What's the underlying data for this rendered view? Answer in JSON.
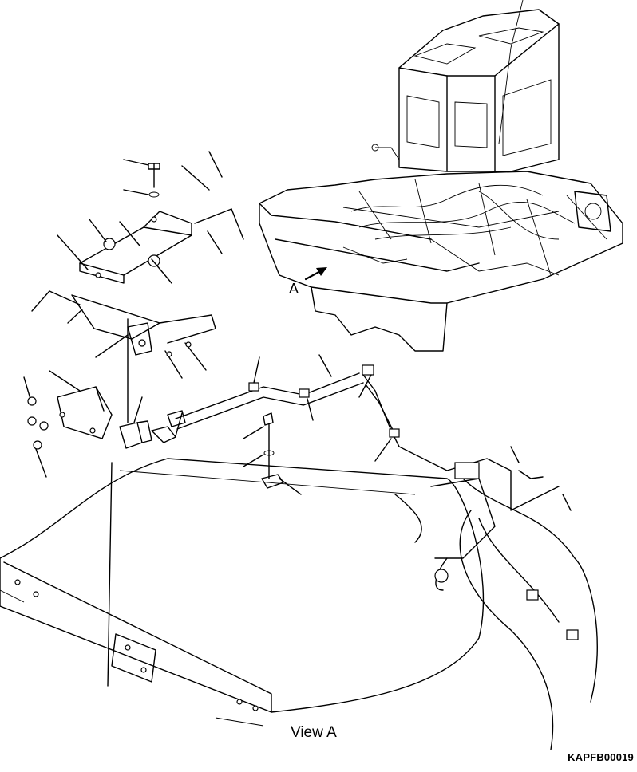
{
  "labels": {
    "view_arrow": "A",
    "view_caption": "View A",
    "drawing_code": "KAPFB00019"
  },
  "colors": {
    "ink": "#000000",
    "paper": "#ffffff"
  }
}
